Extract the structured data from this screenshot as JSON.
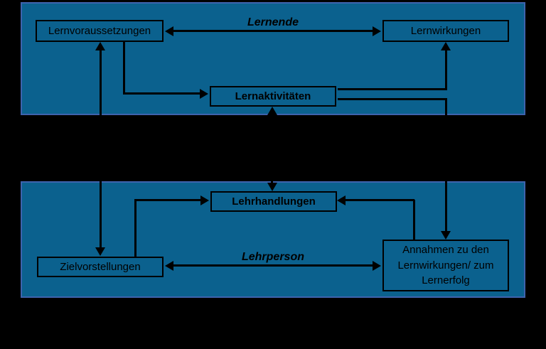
{
  "colors": {
    "background": "#000000",
    "panel_fill": "#0B618E",
    "panel_border": "#3E63AD",
    "line": "#000000",
    "text": "#000000"
  },
  "boxes": {
    "lernvoraussetzungen": "Lernvoraussetzungen",
    "lernwirkungen": "Lernwirkungen",
    "lernaktivitaeten": "Lernaktivitäten",
    "lehrhandlungen": "Lehrhandlungen",
    "zielvorstellungen": "Zielvorstellungen",
    "annahmen": "Annahmen zu den Lernwirkungen/ zum Lernerfolg"
  },
  "edge_labels": {
    "lernende": "Lernende",
    "lehrperson": "Lehrperson"
  }
}
